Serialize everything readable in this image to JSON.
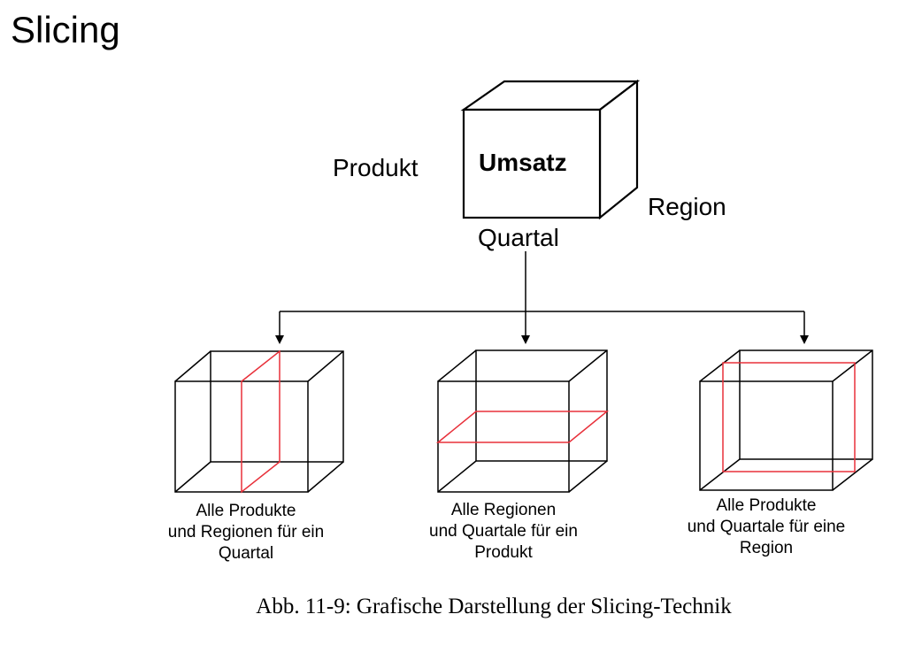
{
  "title": "Slicing",
  "main_cube": {
    "label": "Umsatz",
    "axis_left": "Produkt",
    "axis_right": "Region",
    "axis_bottom": "Quartal"
  },
  "slices": [
    {
      "lines": [
        "Alle Produkte",
        "und Regionen für ein",
        "Quartal"
      ]
    },
    {
      "lines": [
        "Alle Regionen",
        "und Quartale für ein",
        "Produkt"
      ]
    },
    {
      "lines": [
        "Alle Produkte",
        "und Quartale für eine",
        "Region"
      ]
    }
  ],
  "caption": "Abb. 11-9: Grafische Darstellung der Slicing-Technik",
  "colors": {
    "slice_plane": "#e8303a",
    "lines": "#000000"
  }
}
